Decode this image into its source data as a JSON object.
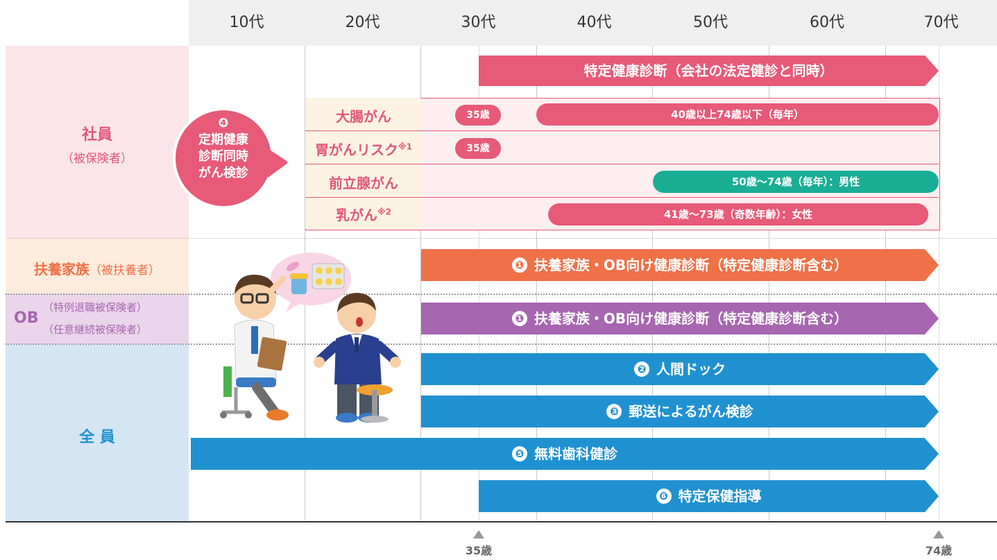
{
  "header": {
    "ages": [
      "10代",
      "20代",
      "30代",
      "40代",
      "50代",
      "60代",
      "70代"
    ]
  },
  "groups": {
    "employee": {
      "title": "社員",
      "subtitle": "（被保険者）"
    },
    "dependent": {
      "title": "扶養家族",
      "subtitle": "（被扶養者）"
    },
    "ob": {
      "title": "OB",
      "subtitle1": "（特例退職被保険者）",
      "subtitle2": "（任意継続被保険者）"
    },
    "all": {
      "title": "全 員"
    }
  },
  "callout": {
    "number": "❹",
    "line1": "定期健康",
    "line2": "診断同時",
    "line3": "がん検診"
  },
  "bars": {
    "specific_checkup": "特定健康診断（会社の法定健診と同時）",
    "dependent_checkup": {
      "num": "❶",
      "label": "扶養家族・OB向け健康診断（特定健康診断含む）"
    },
    "ob_checkup": {
      "num": "❶",
      "label": "扶養家族・OB向け健康診断（特定健康診断含む）"
    },
    "human_dock": {
      "num": "❷",
      "label": "人間ドック"
    },
    "mail_cancer": {
      "num": "❸",
      "label": "郵送によるがん検診"
    },
    "dental": {
      "num": "❺",
      "label": "無料歯科健診"
    },
    "guidance": {
      "num": "❻",
      "label": "特定保健指導"
    }
  },
  "cancers": [
    {
      "name": "大腸がん",
      "note": "",
      "pill35": "35歳",
      "bar": "40歳以上74歳以下（毎年）",
      "color": "#e75a78"
    },
    {
      "name": "胃がんリスク",
      "note": "※1",
      "pill35": "35歳",
      "bar": "",
      "color": "#e75a78"
    },
    {
      "name": "前立腺がん",
      "note": "",
      "pill35": "",
      "bar": "50歳〜74歳（毎年）：男性",
      "color": "#1aae95"
    },
    {
      "name": "乳がん",
      "note": "※2",
      "pill35": "",
      "bar": "41歳〜73歳（奇数年齢）：女性",
      "color": "#e75a78"
    }
  ],
  "markers": {
    "left": "35歳",
    "right": "74歳"
  },
  "colors": {
    "pink": "#e75a78",
    "orange": "#ef7147",
    "purple": "#a666b0",
    "blue": "#1f91d0",
    "teal": "#1aae95"
  }
}
